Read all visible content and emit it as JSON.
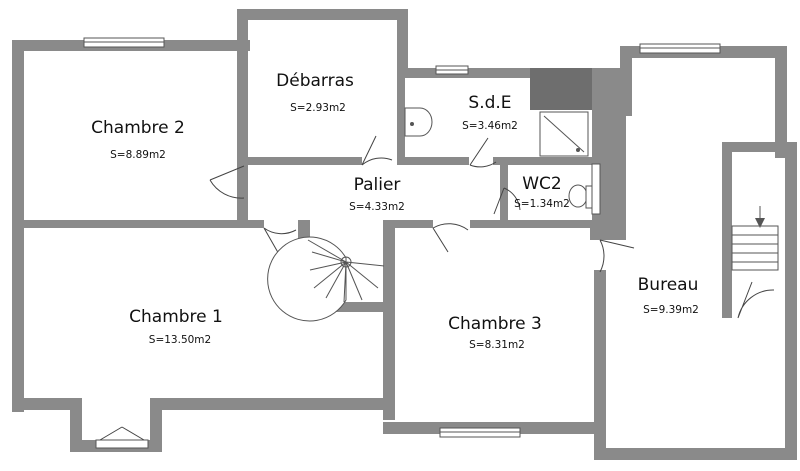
{
  "colors": {
    "wall": "#8a8a8a",
    "wall_dark": "#6e6e6e",
    "background": "#ffffff",
    "line": "#555555"
  },
  "rooms": {
    "chambre2": {
      "name": "Chambre 2",
      "area": "S=8.89m2"
    },
    "debarras": {
      "name": "Débarras",
      "area": "S=2.93m2"
    },
    "sde": {
      "name": "S.d.E",
      "area": "S=3.46m2"
    },
    "palier": {
      "name": "Palier",
      "area": "S=4.33m2"
    },
    "wc2": {
      "name": "WC2",
      "area": "S=1.34m2"
    },
    "chambre1": {
      "name": "Chambre 1",
      "area": "S=13.50m2"
    },
    "chambre3": {
      "name": "Chambre 3",
      "area": "S=8.31m2"
    },
    "bureau": {
      "name": "Bureau",
      "area": "S=9.39m2"
    }
  },
  "icons": [
    "stair-arrow-icon",
    "shower-icon",
    "sink-icon",
    "toilet-icon",
    "spiral-staircase-icon"
  ]
}
